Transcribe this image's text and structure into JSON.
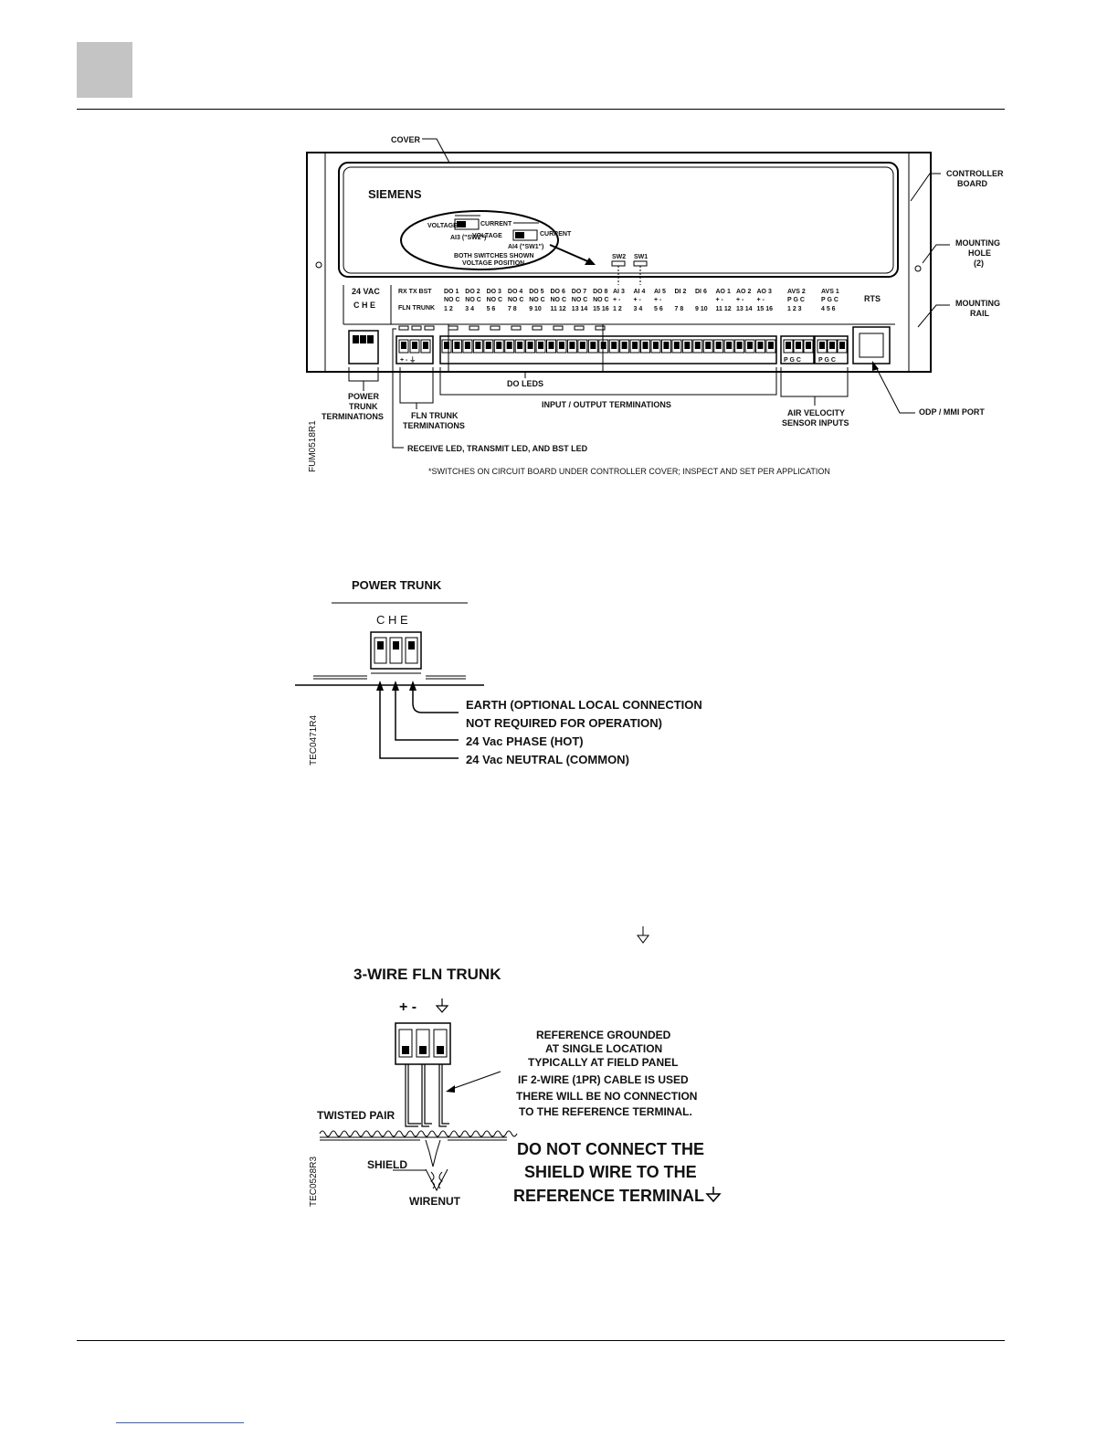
{
  "controller_figure": {
    "labels": {
      "cover": "COVER",
      "controller_board": [
        "CONTROLLER",
        "BOARD"
      ],
      "mounting_hole": [
        "MOUNTING",
        "HOLE",
        "(2)"
      ],
      "mounting_rail": [
        "MOUNTING",
        "RAIL"
      ],
      "brand": "SIEMENS",
      "switch_voltage": "VOLTAGE",
      "switch_current": "CURRENT",
      "ai3_sw": "AI3 (\"SW2\")",
      "ai4_sw": "AI4 (\"SW1\")",
      "both_switches": [
        "BOTH SWITCHES SHOWN",
        "VOLTAGE POSITION"
      ],
      "sw2": "SW2",
      "sw1": "SW1",
      "vac": "24 VAC",
      "che": "C  H  E",
      "rx_tx_bst": "RX TX BST",
      "fln_trunk_small": "FLN TRUNK",
      "rts": "RTS",
      "do_leds": "DO LEDS",
      "io_terminations": "INPUT / OUTPUT TERMINATIONS",
      "power_trunk_terminations": [
        "POWER",
        "TRUNK",
        "TERMINATIONS"
      ],
      "fln_trunk_terminations": [
        "FLN TRUNK",
        "TERMINATIONS"
      ],
      "air_velocity": [
        "AIR VELOCITY",
        "SENSOR INPUTS"
      ],
      "odp_port": "ODP / MMI PORT",
      "receive_led": "RECEIVE LED, TRANSMIT LED, AND BST LED",
      "footnote": "*SWITCHES ON CIRCUIT BOARD UNDER CONTROLLER COVER;  INSPECT AND SET PER APPLICATION",
      "fig_id": "FUM0518R1"
    },
    "do_groups": [
      {
        "name": "DO 1",
        "sub": "NO C",
        "nums": "1  2"
      },
      {
        "name": "DO 2",
        "sub": "NO C",
        "nums": "3  4"
      },
      {
        "name": "DO 3",
        "sub": "NO C",
        "nums": "5  6"
      },
      {
        "name": "DO 4",
        "sub": "NO C",
        "nums": "7  8"
      },
      {
        "name": "DO 5",
        "sub": "NO C",
        "nums": "9 10"
      },
      {
        "name": "DO 6",
        "sub": "NO C",
        "nums": "11 12"
      },
      {
        "name": "DO 7",
        "sub": "NO C",
        "nums": "13 14"
      },
      {
        "name": "DO 8",
        "sub": "NO C",
        "nums": "15 16"
      }
    ],
    "io_groups": [
      {
        "name": "AI 3",
        "sub": "+  -",
        "nums": "1  2"
      },
      {
        "name": "AI 4",
        "sub": "+  -",
        "nums": "3  4"
      },
      {
        "name": "AI 5",
        "sub": "+  -",
        "nums": "5  6"
      },
      {
        "name": "DI 2",
        "sub": "",
        "nums": "7  8"
      },
      {
        "name": "DI 6",
        "sub": "",
        "nums": "9 10"
      },
      {
        "name": "AO 1",
        "sub": "+  -",
        "nums": "11 12"
      },
      {
        "name": "AO 2",
        "sub": "+  -",
        "nums": "13 14"
      },
      {
        "name": "AO 3",
        "sub": "+  -",
        "nums": "15 16"
      }
    ],
    "avs": [
      {
        "name": "AVS 2",
        "sub": "P G C",
        "nums": "1 2 3"
      },
      {
        "name": "AVS 1",
        "sub": "P G C",
        "nums": "4 5 6"
      }
    ],
    "bottom_marks": {
      "avs": "P G C",
      "fln": "+  -  ⏚"
    }
  },
  "power_figure": {
    "title": "POWER TRUNK",
    "terminals": "C H E",
    "earth": [
      "EARTH (OPTIONAL LOCAL CONNECTION",
      "NOT REQUIRED FOR OPERATION)"
    ],
    "phase": "24 Vac PHASE (HOT)",
    "neutral": "24 Vac NEUTRAL (COMMON)",
    "fig_id": "TEC0471R4"
  },
  "fln_figure": {
    "title": "3-WIRE FLN TRUNK",
    "terminals": "+  -",
    "ref_grounded": [
      "REFERENCE GROUNDED",
      "AT SINGLE LOCATION",
      "TYPICALLY AT FIELD PANEL"
    ],
    "two_wire": [
      "IF 2-WIRE (1PR) CABLE IS USED",
      "THERE WILL BE NO CONNECTION",
      "TO THE REFERENCE TERMINAL."
    ],
    "twisted_pair": "TWISTED PAIR",
    "shield": "SHIELD",
    "wirenut": "WIRENUT",
    "warning": [
      "DO NOT CONNECT THE",
      "SHIELD WIRE TO THE",
      "REFERENCE TERMINAL"
    ],
    "fig_id": "TEC0528R3"
  }
}
